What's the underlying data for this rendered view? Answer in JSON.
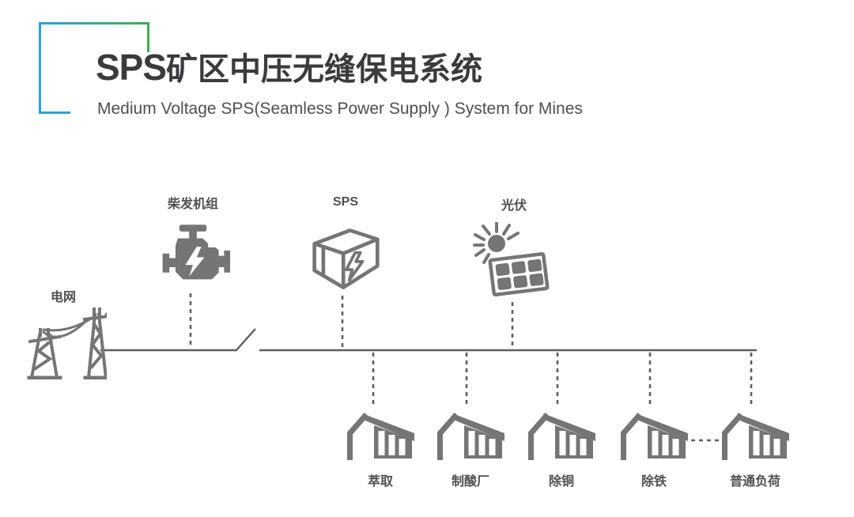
{
  "header": {
    "title_prefix": "SPS",
    "title_zh": "矿区中压无缝保电系统",
    "subtitle": "Medium Voltage SPS(Seamless Power Supply ) System for Mines"
  },
  "palette": {
    "bracket_blue": "#2f9fd8",
    "bracket_green": "#3fae49",
    "diagram_gray": "#757575",
    "line_gray": "#5e5e5e",
    "title_color": "#3b3b3d",
    "subtitle_color": "#4b5054",
    "label_color": "#4f4f4f"
  },
  "diagram": {
    "grid_label": "电网",
    "diesel_label": "柴发机组",
    "sps_label": "SPS",
    "pv_label": "光伏",
    "loads": [
      {
        "label": "萃取"
      },
      {
        "label": "制酸厂"
      },
      {
        "label": "除铜"
      },
      {
        "label": "除铁"
      },
      {
        "label": "普通负荷"
      }
    ]
  }
}
